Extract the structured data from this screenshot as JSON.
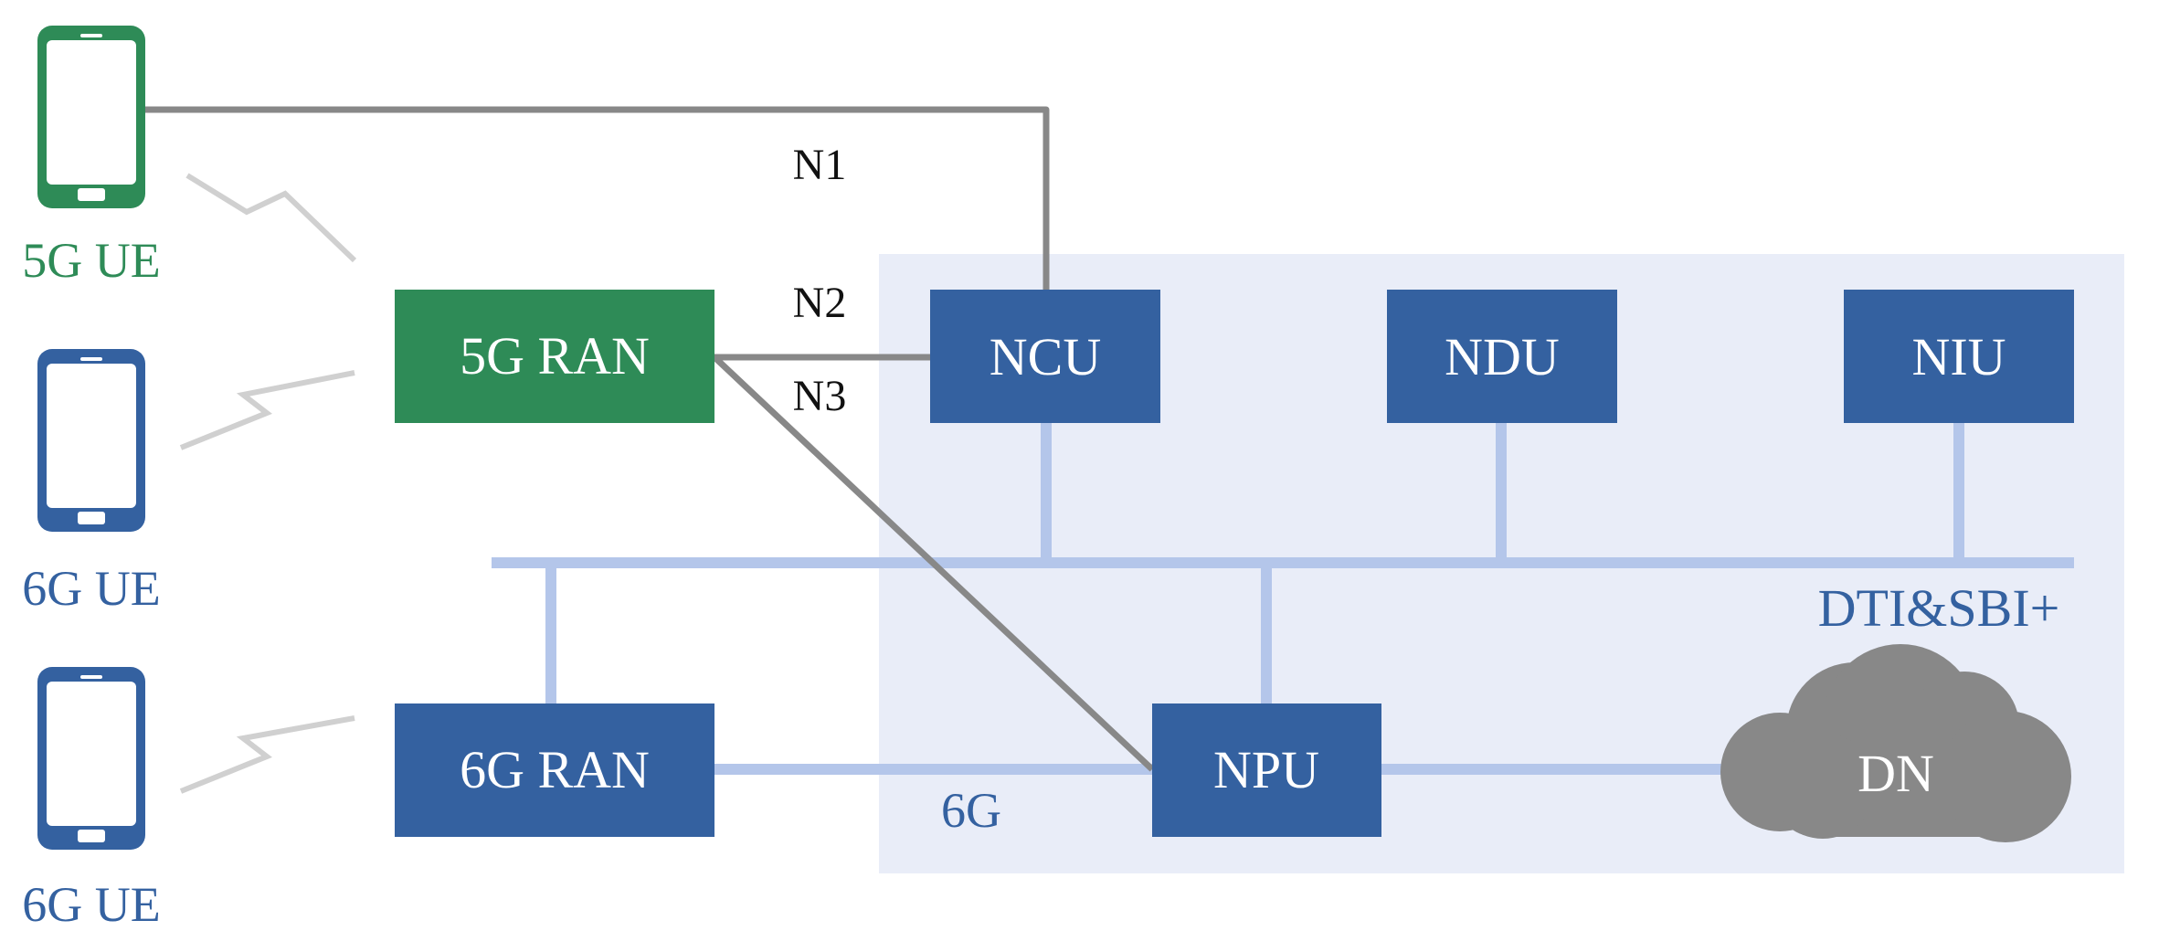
{
  "colors": {
    "green": "#2e8b57",
    "blue": "#3461a0",
    "light_blue_line": "#b4c6ea",
    "core_bg": "#e9edf8",
    "gray_line": "#888888",
    "zigzag": "#d0d0d0",
    "cloud": "#888888"
  },
  "ues": [
    {
      "label": "5G UE",
      "color": "green"
    },
    {
      "label": "6G UE",
      "color": "blue"
    },
    {
      "label": "6G UE",
      "color": "blue"
    }
  ],
  "ran": {
    "ran5g": "5G RAN",
    "ran6g": "6G RAN"
  },
  "core": {
    "ncu": "NCU",
    "ndu": "NDU",
    "niu": "NIU",
    "npu": "NPU",
    "dn": "DN",
    "bus_label": "DTI&SBI+"
  },
  "interfaces": {
    "n1": "N1",
    "n2": "N2",
    "n3": "N3",
    "six_g": "6G"
  },
  "icons": [
    "phone-icon",
    "wireless-icon",
    "cloud-icon"
  ]
}
